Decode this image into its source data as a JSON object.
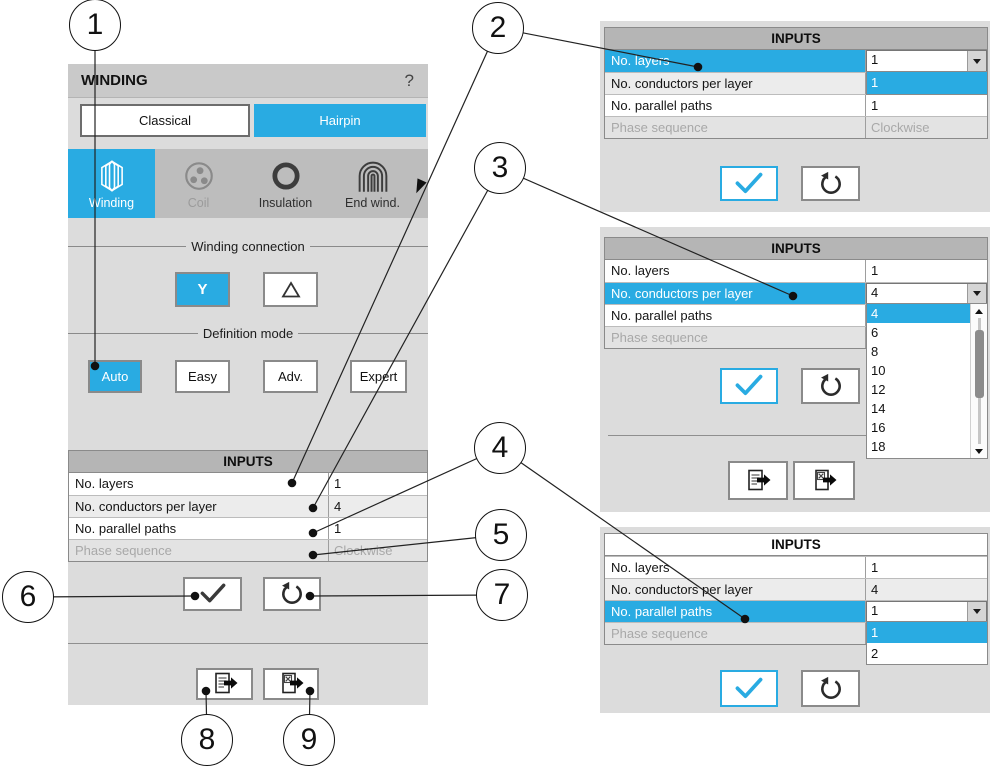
{
  "colors": {
    "accent": "#29abe2",
    "disabled_text": "#a8a8a8",
    "panel_bg": "#dcdcdc"
  },
  "callouts": [
    "1",
    "2",
    "3",
    "4",
    "5",
    "6",
    "7",
    "8",
    "9"
  ],
  "main": {
    "title": "WINDING",
    "help": "?",
    "tabs": [
      {
        "label": "Classical"
      },
      {
        "label": "Hairpin"
      }
    ],
    "toolbar": [
      {
        "label": "Winding"
      },
      {
        "label": "Coil"
      },
      {
        "label": "Insulation"
      },
      {
        "label": "End wind."
      }
    ],
    "connection_title": "Winding connection",
    "connection_y": "Y",
    "definition_title": "Definition mode",
    "modes": [
      "Auto",
      "Easy",
      "Adv.",
      "Expert"
    ],
    "inputs": {
      "header": "INPUTS",
      "rows": [
        {
          "label": "No. layers",
          "value": "1"
        },
        {
          "label": "No. conductors per layer",
          "value": "4"
        },
        {
          "label": "No. parallel paths",
          "value": "1"
        },
        {
          "label": "Phase sequence",
          "value": "Clockwise"
        }
      ]
    }
  },
  "panel_no_layers": {
    "header": "INPUTS",
    "rows": [
      {
        "label": "No. layers",
        "value": "1"
      },
      {
        "label": "No. conductors per layer",
        "value": ""
      },
      {
        "label": "No. parallel paths",
        "value": "1"
      },
      {
        "label": "Phase sequence",
        "value": "Clockwise"
      }
    ],
    "dropdown": {
      "options": [
        "1"
      ],
      "selected": "1"
    }
  },
  "panel_no_conductors": {
    "header": "INPUTS",
    "rows": [
      {
        "label": "No. layers",
        "value": "1"
      },
      {
        "label": "No. conductors per layer",
        "value": "4"
      },
      {
        "label": "No. parallel paths",
        "value": ""
      },
      {
        "label": "Phase sequence",
        "value": ""
      }
    ],
    "dropdown": {
      "options": [
        "4",
        "6",
        "8",
        "10",
        "12",
        "14",
        "16",
        "18"
      ],
      "selected": "4"
    }
  },
  "panel_no_paths": {
    "header": "INPUTS",
    "rows": [
      {
        "label": "No. layers",
        "value": "1"
      },
      {
        "label": "No. conductors per layer",
        "value": "4"
      },
      {
        "label": "No. parallel paths",
        "value": "1"
      },
      {
        "label": "Phase sequence",
        "value": ""
      }
    ],
    "dropdown": {
      "options": [
        "1",
        "2"
      ],
      "selected": "1"
    }
  }
}
